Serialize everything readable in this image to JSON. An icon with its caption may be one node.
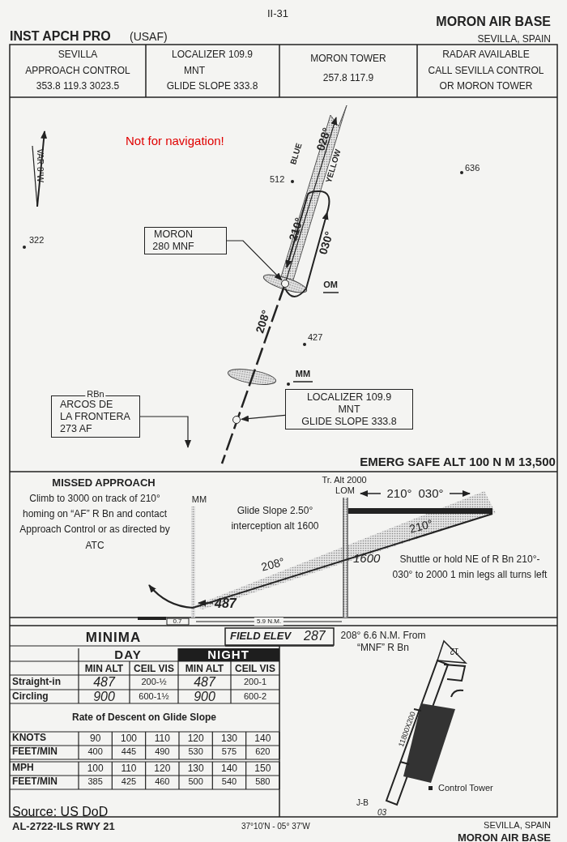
{
  "diagram": {
    "nodes": [
      {
        "text": [
          "MORON",
          "280 MNF"
        ]
      },
      {
        "text": [],
        "shape": "circle"
      },
      {
        "text": [
          "RBn",
          "ARCOS DE",
          "LA FRONTERA",
          "273 AF"
        ]
      },
      {
        "text": [
          "LOCALIZER 109.9",
          "MNT",
          "GLIDE SLOPE 333.8"
        ]
      },
      {
        "text": [],
        "shape": "circle"
      }
    ],
    "edges": [
      {
        "from": 0,
        "to": 1,
        "arrow": "to"
      },
      {
        "from": 2,
        "to": null,
        "arrow": "to"
      },
      {
        "from": 3,
        "to": 4,
        "arrow": "to"
      }
    ],
    "labels": [
      "II-31",
      "MORON AIR BASE",
      "INST APCH PRO",
      "(USAF)",
      "SEVILLA, SPAIN",
      "SEVILLA",
      "APPROACH CONTROL",
      "353.8 119.3 3023.5",
      "LOCALIZER 109.9",
      "MNT",
      "GLIDE SLOPE 333.8",
      "MORON TOWER",
      "257.8 117.9",
      "RADAR AVAILABLE",
      "CALL SEVILLA CONTROL",
      "OR MORON TOWER",
      "Not for navigation!",
      "VAR 8°W",
      "512",
      "636",
      "322",
      "427",
      "BLUE",
      "028°",
      "YELLOW",
      "210°",
      "030°",
      "OM",
      "208°",
      "MM",
      "EMERG SAFE ALT 100 N M 13,500",
      "MISSED APPROACH",
      "Climb to 3000 on track of 210° homing on “AF” R Bn and contact Approach Control or as directed by ATC",
      "Tr. Alt 2000",
      "LOM",
      "Glide Slope 2.50° interception alt 1600",
      "210°",
      "030°",
      "MM",
      "210°",
      "208°",
      "1600",
      "Shuttle or hold NE of R Bn 210°- 030° to 2000 1 min legs all turns left",
      "487",
      "0.7",
      "5.9 N.M.",
      "MINIMA",
      "FIELD ELEV",
      "287",
      "208° 6.6 N.M. From “MNF” R Bn",
      "DAY",
      "NIGHT",
      "MIN ALT",
      "CEIL VIS",
      "MIN ALT",
      "CEIL VIS",
      "Straight-in",
      "487",
      "200-½",
      "487",
      "200-1",
      "Circling",
      "900",
      "600-1½",
      "900",
      "600-2",
      "Rate of Descent on Glide Slope",
      "KNOTS",
      "90",
      "100",
      "110",
      "120",
      "130",
      "140",
      "FEET/MIN",
      "400",
      "445",
      "490",
      "530",
      "575",
      "620",
      "MPH",
      "100",
      "110",
      "120",
      "130",
      "140",
      "150",
      "FEET/MIN",
      "385",
      "425",
      "460",
      "500",
      "540",
      "580",
      "12",
      "11800X200",
      "Control Tower",
      "J-B",
      "03",
      "Source: US DoD",
      "AL-2722-ILS RWY 21",
      "37°10'N - 05° 37'W",
      "SEVILLA, SPAIN",
      "MORON AIR BASE"
    ]
  }
}
